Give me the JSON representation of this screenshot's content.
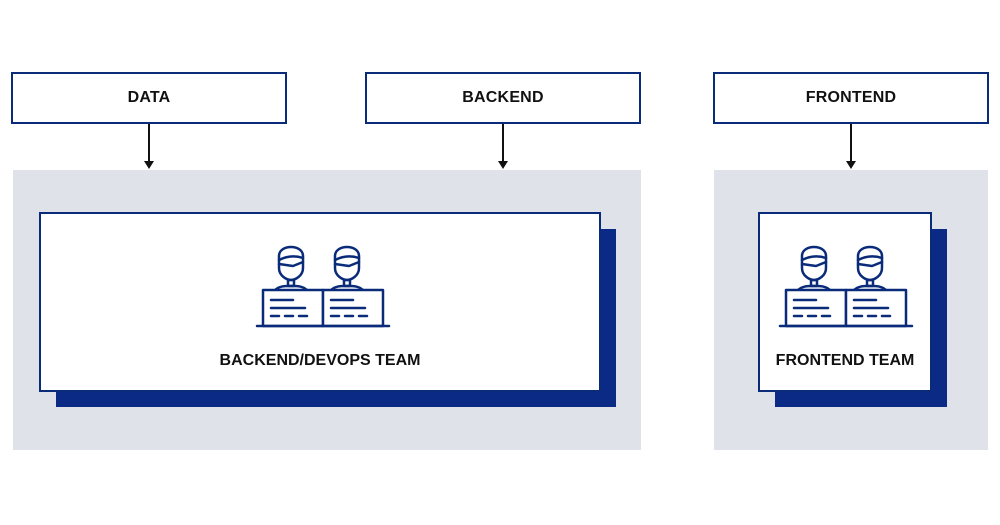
{
  "sources": {
    "data_label": "DATA",
    "backend_label": "BACKEND",
    "frontend_label": "FRONTEND"
  },
  "teams": {
    "backend_devops_label": "BACKEND/DEVOPS TEAM",
    "frontend_label": "FRONTEND TEAM"
  },
  "icons": {
    "team_icon": "two-people-at-desks-icon"
  },
  "colors": {
    "navy": "#0a2a7a",
    "zone_gray": "#e0e2ea",
    "shadow_navy": "#0a2a85",
    "arrow": "#111111"
  }
}
